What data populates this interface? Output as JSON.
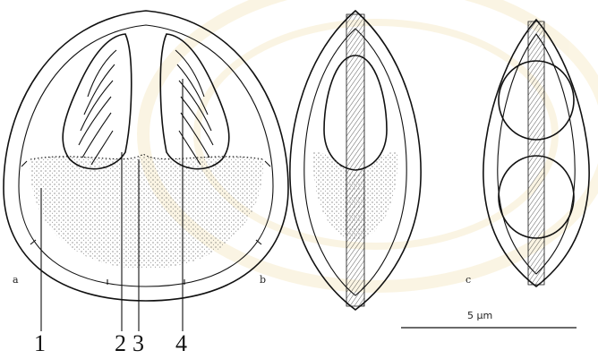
{
  "panels": [
    {
      "letter": "a"
    },
    {
      "letter": "b"
    },
    {
      "letter": "c"
    }
  ],
  "callouts": [
    "1",
    "2",
    "3",
    "4"
  ],
  "scale_bar": {
    "label": "5 µm"
  },
  "colors": {
    "ink": "#111111",
    "watermark": "#e8c86a"
  }
}
